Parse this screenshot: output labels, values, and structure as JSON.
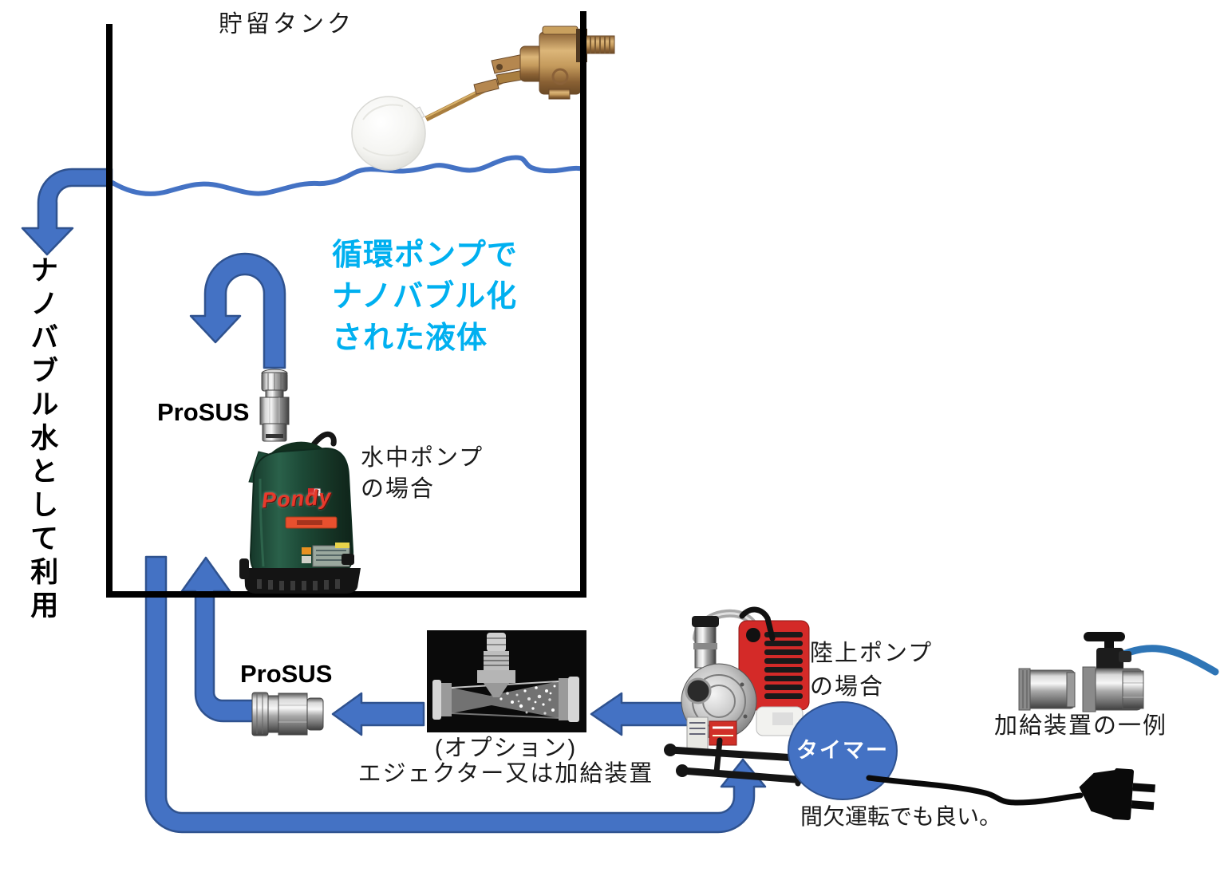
{
  "tank": {
    "label": "貯留タンク"
  },
  "left_flow": {
    "vertical_caption": "ナノバブル水として利用"
  },
  "circulation_caption": {
    "line1": "循環ポンプで",
    "line2": "ナノバブル化",
    "line3": "された液体"
  },
  "prosus_upper": {
    "label": "ProSUS"
  },
  "submersible_pump": {
    "brand": "Pondy",
    "caption_line1": "水中ポンプ",
    "caption_line2": "の場合"
  },
  "prosus_lower": {
    "label": "ProSUS"
  },
  "ejector": {
    "caption_line1": "(オプション)",
    "caption_line2": "エジェクター又は加給装置"
  },
  "land_pump": {
    "caption_line1": "陸上ポンプ",
    "caption_line2": "の場合"
  },
  "timer": {
    "label": "タイマー"
  },
  "supply_device": {
    "caption": "加給装置の一例"
  },
  "power": {
    "caption": "間欠運転でも良い。"
  },
  "colors": {
    "flow_blue": "#4472C4",
    "flow_blue_border": "#2F528F",
    "highlight_cyan": "#00B0F0",
    "line_black": "#000000",
    "timer_fill": "#4472C4",
    "timer_text": "#FFFFFF"
  }
}
